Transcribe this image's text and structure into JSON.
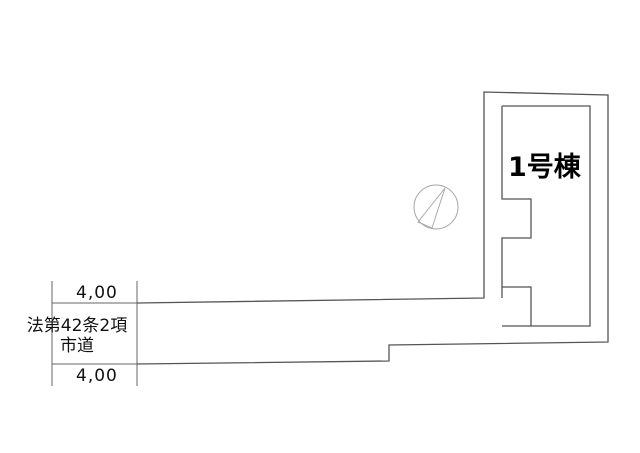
{
  "diagram": {
    "type": "site-plan",
    "road": {
      "width_top_label": "4,00",
      "width_bottom_label": "4,00",
      "classification_line1": "法第42条2項",
      "classification_line2": "市道"
    },
    "building": {
      "label": "1号棟"
    },
    "north_arrow": {
      "icon": "north-arrow-icon"
    },
    "colors": {
      "line": "#555555",
      "thin_line": "#999999",
      "text": "#111111"
    }
  }
}
